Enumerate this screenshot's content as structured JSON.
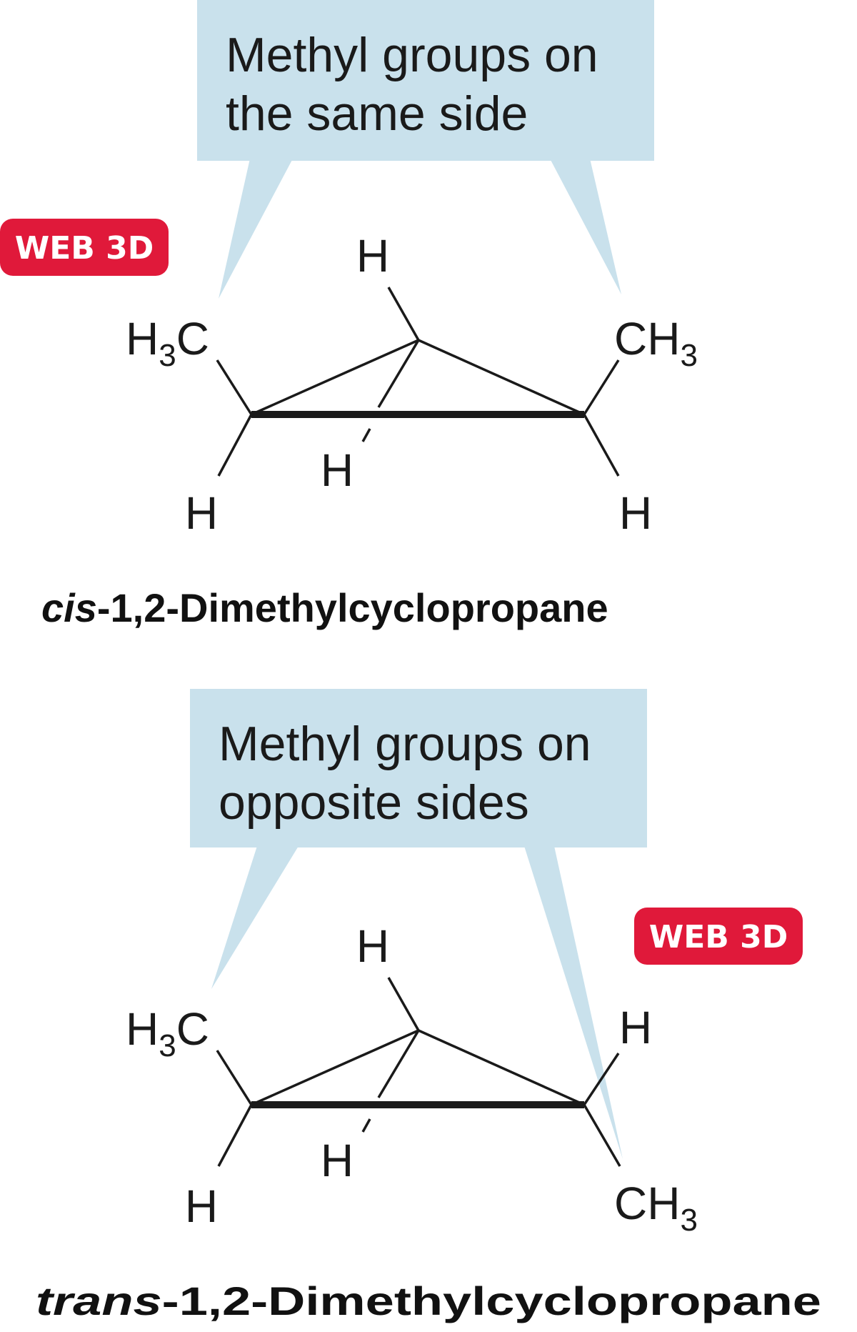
{
  "colors": {
    "callout_fill": "#c9e1ec",
    "badge_fill": "#e0193a",
    "text": "#1a1a1a"
  },
  "badge": {
    "label": "WEB 3D"
  },
  "cis": {
    "callout_line1": "Methyl groups on",
    "callout_line2": "the same side",
    "substituents": {
      "left_top": {
        "base": "H",
        "sub": "3",
        "tail": "C"
      },
      "right_top": {
        "base": "CH",
        "sub": "3"
      },
      "apex_h": "H",
      "back_h": "H",
      "left_bottom": "H",
      "right_bottom": "H"
    },
    "caption_prefix": "cis",
    "caption_rest": "-1,2-Dimethylcyclopropane"
  },
  "trans": {
    "callout_line1": "Methyl groups on",
    "callout_line2": "opposite sides",
    "substituents": {
      "left_top": {
        "base": "H",
        "sub": "3",
        "tail": "C"
      },
      "right_top": "H",
      "apex_h": "H",
      "back_h": "H",
      "left_bottom": "H",
      "right_bottom": {
        "base": "CH",
        "sub": "3"
      }
    },
    "caption_prefix": "trans",
    "caption_rest": "-1,2-Dimethylcyclopropane"
  }
}
